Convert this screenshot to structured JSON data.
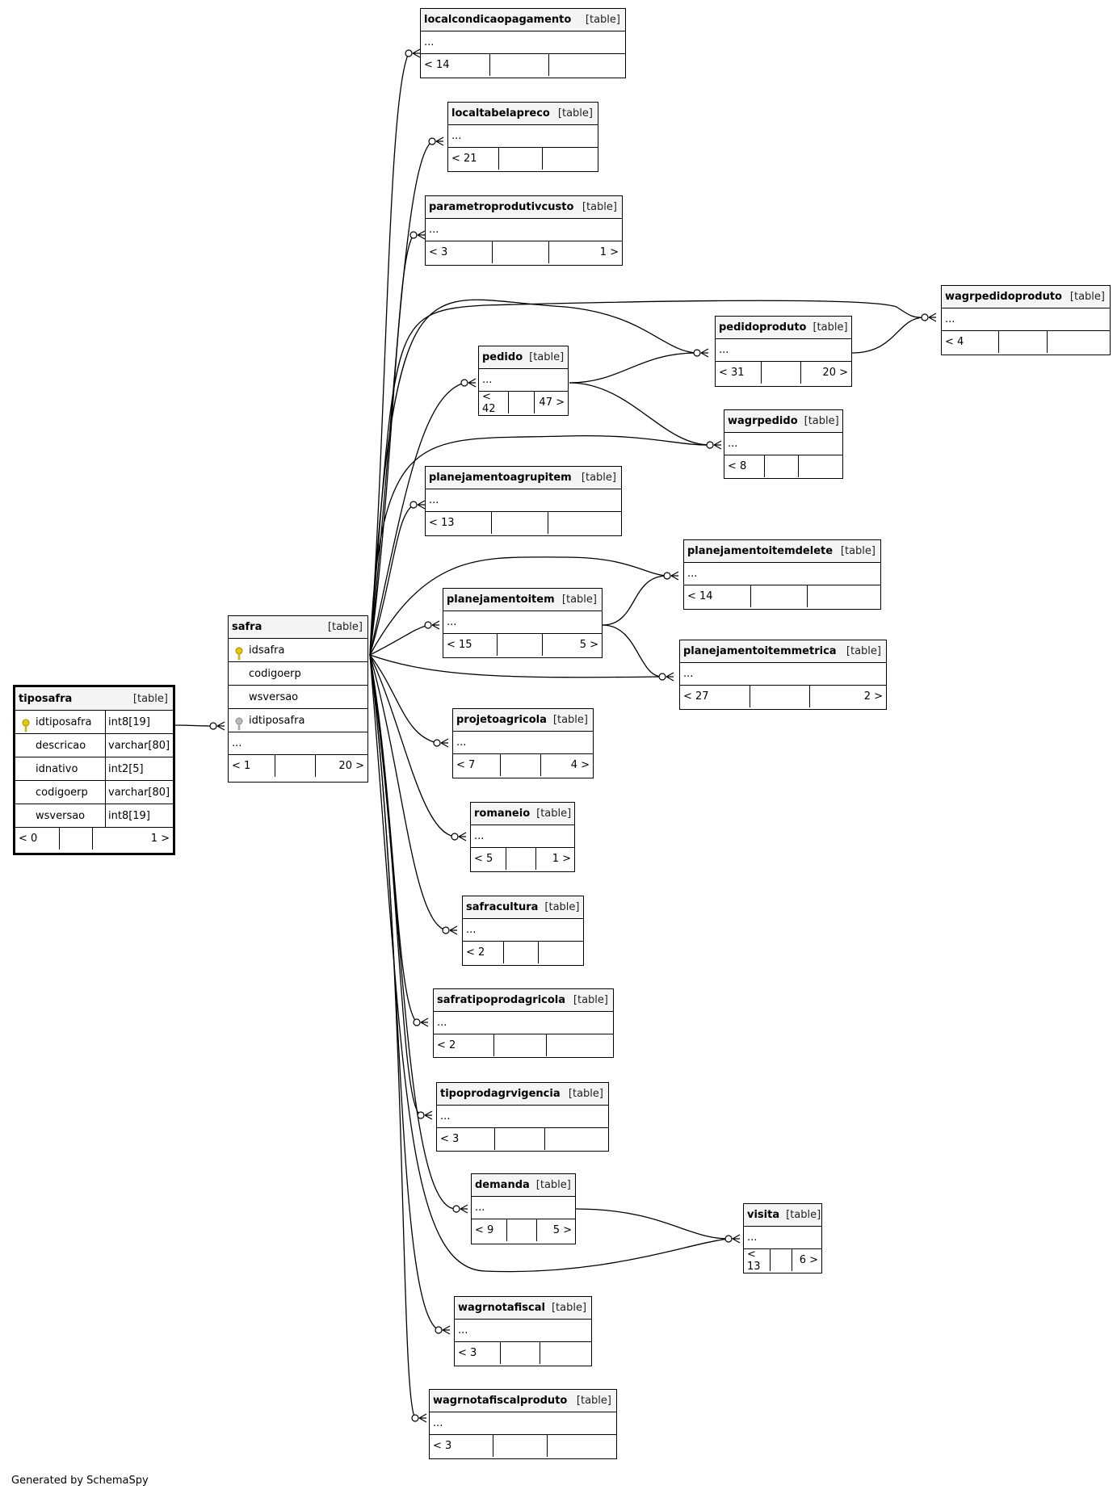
{
  "credit": "Generated by SchemaSpy",
  "tag": "[table]",
  "ellipsis": "...",
  "tiposafra": {
    "name": "tiposafra",
    "columns": [
      {
        "name": "idtiposafra",
        "type": "int8[19]"
      },
      {
        "name": "descricao",
        "type": "varchar[80]"
      },
      {
        "name": "idnativo",
        "type": "int2[5]"
      },
      {
        "name": "codigoerp",
        "type": "varchar[80]"
      },
      {
        "name": "wsversao",
        "type": "int8[19]"
      }
    ],
    "parents": "< 0",
    "children": "1 >"
  },
  "safra": {
    "name": "safra",
    "columns": [
      "idsafra",
      "codigoerp",
      "wsversao",
      "idtiposafra"
    ],
    "parents": "< 1",
    "children": "20 >"
  },
  "tables": [
    {
      "name": "localcondicaopagamento",
      "parents": "< 14",
      "children": ""
    },
    {
      "name": "localtabelapreco",
      "parents": "< 21",
      "children": ""
    },
    {
      "name": "parametroprodutivcusto",
      "parents": "< 3",
      "children": "1 >"
    },
    {
      "name": "wagrpedidoproduto",
      "parents": "< 4",
      "children": ""
    },
    {
      "name": "pedidoproduto",
      "parents": "< 31",
      "children": "20 >"
    },
    {
      "name": "pedido",
      "parents": "< 42",
      "children": "47 >"
    },
    {
      "name": "wagrpedido",
      "parents": "< 8",
      "children": ""
    },
    {
      "name": "planejamentoagrupitem",
      "parents": "< 13",
      "children": ""
    },
    {
      "name": "planejamentoitemdelete",
      "parents": "< 14",
      "children": ""
    },
    {
      "name": "planejamentoitem",
      "parents": "< 15",
      "children": "5 >"
    },
    {
      "name": "planejamentoitemmetrica",
      "parents": "< 27",
      "children": "2 >"
    },
    {
      "name": "projetoagricola",
      "parents": "< 7",
      "children": "4 >"
    },
    {
      "name": "romaneio",
      "parents": "< 5",
      "children": "1 >"
    },
    {
      "name": "safracultura",
      "parents": "< 2",
      "children": ""
    },
    {
      "name": "safratipoprodagricola",
      "parents": "< 2",
      "children": ""
    },
    {
      "name": "tipoprodagrvigencia",
      "parents": "< 3",
      "children": ""
    },
    {
      "name": "demanda",
      "parents": "< 9",
      "children": "5 >"
    },
    {
      "name": "visita",
      "parents": "< 13",
      "children": "6 >"
    },
    {
      "name": "wagrnotafiscal",
      "parents": "< 3",
      "children": ""
    },
    {
      "name": "wagrnotafiscalproduto",
      "parents": "< 3",
      "children": ""
    }
  ]
}
